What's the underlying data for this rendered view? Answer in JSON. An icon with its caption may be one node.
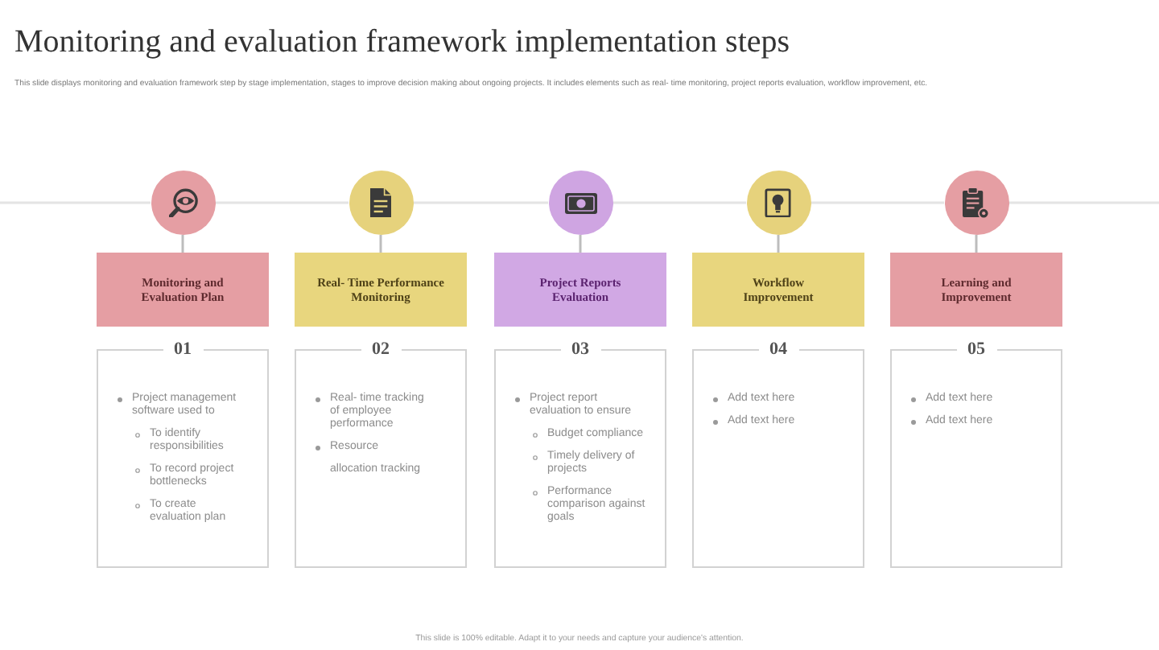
{
  "diagram": {
    "title": "Monitoring and evaluation framework implementation steps",
    "nodes": [
      {
        "text": [],
        "shape": "circle"
      },
      {
        "text": [
          "Monitoring and Evaluation Plan"
        ]
      },
      {
        "text": [
          "01",
          "Project management software used to",
          "To identify responsibilities",
          "To record project bottlenecks",
          "To create evaluation plan"
        ]
      },
      {
        "text": [],
        "shape": "circle"
      },
      {
        "text": [
          "Real- Time Performance Monitoring"
        ]
      },
      {
        "text": [
          "02",
          "Real- time tracking of employee performance",
          "Resource",
          "allocation tracking"
        ]
      },
      {
        "text": [],
        "shape": "circle"
      },
      {
        "text": [
          "Project Reports Evaluation"
        ]
      },
      {
        "text": [
          "03",
          "Project report evaluation to ensure",
          "Budget compliance",
          "Timely delivery of projects",
          "Performance comparison against goals"
        ]
      },
      {
        "text": [],
        "shape": "circle"
      },
      {
        "text": [
          "Workflow Improvement"
        ]
      },
      {
        "text": [
          "04",
          "Add text here",
          "Add text here"
        ]
      },
      {
        "text": [],
        "shape": "circle"
      },
      {
        "text": [
          "Learning and Improvement"
        ]
      },
      {
        "text": [
          "05",
          "Add text here",
          "Add text here"
        ]
      }
    ],
    "edges": [
      {
        "from": null,
        "to": 0,
        "arrow": "none"
      },
      {
        "from": 0,
        "to": 3,
        "arrow": "none"
      },
      {
        "from": 3,
        "to": 6,
        "arrow": "none"
      },
      {
        "from": 6,
        "to": 9,
        "arrow": "none"
      },
      {
        "from": 9,
        "to": 12,
        "arrow": "none"
      },
      {
        "from": 12,
        "to": null,
        "arrow": "none"
      },
      {
        "from": 0,
        "to": 1,
        "arrow": "none",
        "color": "#bdbdbd"
      },
      {
        "from": 3,
        "to": 4,
        "arrow": "none",
        "color": "#bdbdbd"
      },
      {
        "from": 6,
        "to": 7,
        "arrow": "none",
        "color": "#bdbdbd"
      },
      {
        "from": 9,
        "to": 10,
        "arrow": "none",
        "color": "#bdbdbd"
      },
      {
        "from": 12,
        "to": 13,
        "arrow": "none",
        "color": "#bdbdbd"
      }
    ],
    "labels": [
      "This slide displays monitoring and evaluation framework step by stage implementation, stages to improve decision making about ongoing projects. It includes elements such as real- time monitoring, project reports evaluation, workflow improvement, etc.",
      "This slide is 100% editable. Adapt it to your needs and capture your audience's attention."
    ]
  }
}
